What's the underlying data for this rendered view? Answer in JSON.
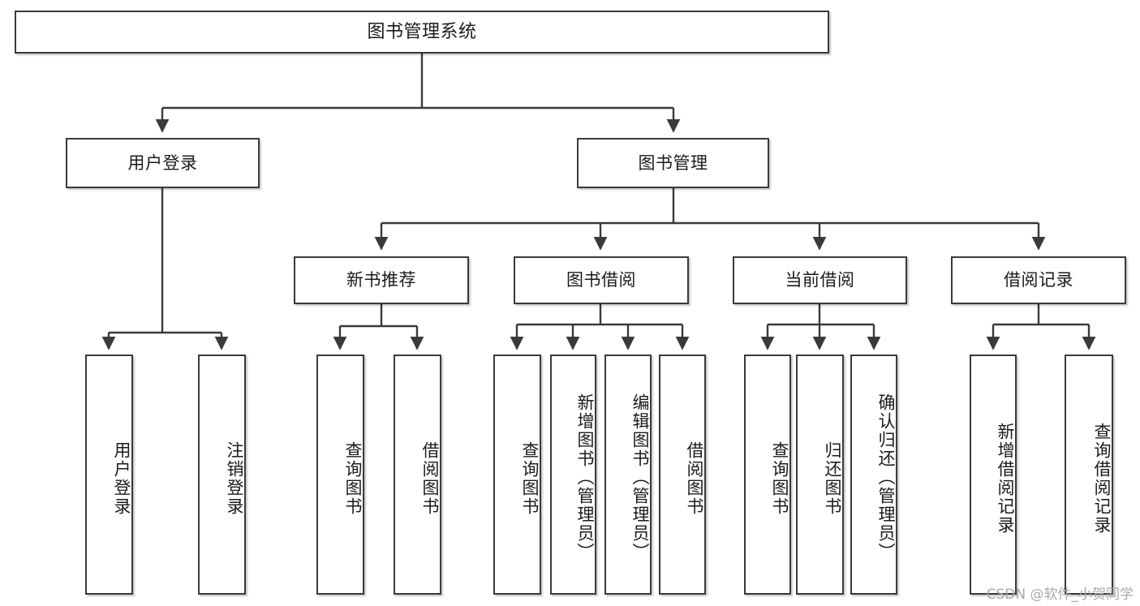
{
  "diagram": {
    "title": "图书管理系统",
    "type": "hierarchy-tree",
    "watermark": "CSDN @软件_小贺同学",
    "colors": {
      "border": "#3a3a3a",
      "background": "#ffffff",
      "text": "#1b1b1b",
      "watermark": "#a9a9a9"
    },
    "nodes": {
      "root": {
        "label": "图书管理系统"
      },
      "level2": [
        {
          "label": "用户登录"
        },
        {
          "label": "图书管理"
        }
      ],
      "level3": [
        {
          "label": "新书推荐"
        },
        {
          "label": "图书借阅"
        },
        {
          "label": "当前借阅"
        },
        {
          "label": "借阅记录"
        }
      ],
      "leaves": {
        "user_login": [
          {
            "label": "用户登录"
          },
          {
            "label": "注销登录"
          }
        ],
        "new_book_recommend": [
          {
            "label": "查询图书"
          },
          {
            "label": "借阅图书"
          }
        ],
        "book_borrow": [
          {
            "label": "查询图书"
          },
          {
            "label": "新增图书（管理员）"
          },
          {
            "label": "编辑图书（管理员）"
          },
          {
            "label": "借阅图书"
          }
        ],
        "current_borrow": [
          {
            "label": "查询图书"
          },
          {
            "label": "归还图书"
          },
          {
            "label": "确认归还（管理员）"
          }
        ],
        "borrow_record": [
          {
            "label": "新增借阅记录"
          },
          {
            "label": "查询借阅记录"
          }
        ]
      }
    }
  }
}
